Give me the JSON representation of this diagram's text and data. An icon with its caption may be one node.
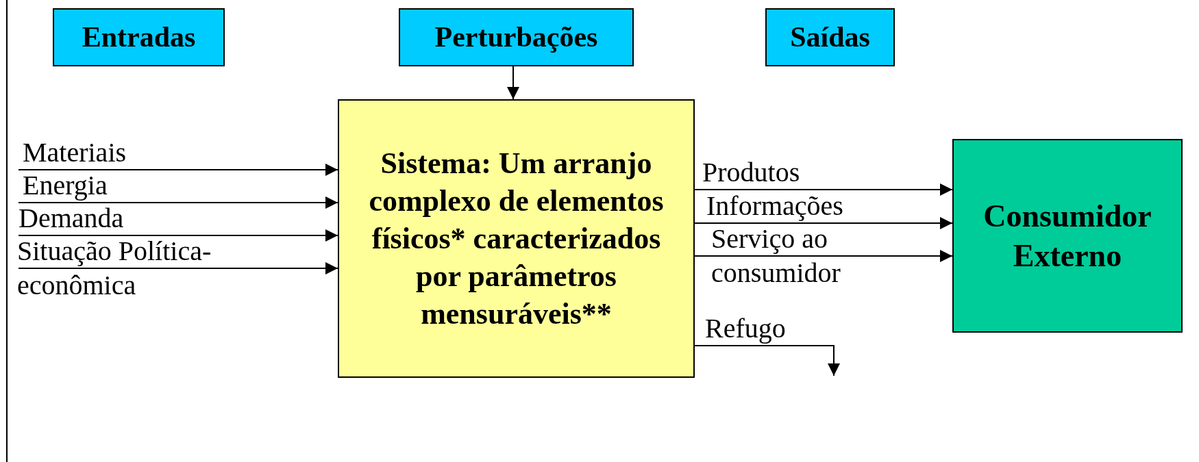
{
  "diagram": {
    "nodes": [
      {
        "text": [
          "Entradas"
        ]
      },
      {
        "text": [
          "Perturbações"
        ]
      },
      {
        "text": [
          "Saídas"
        ]
      },
      {
        "text": [
          "Sistema: Um arranjo complexo de elementos físicos* caracterizados por parâmetros mensuráveis**"
        ]
      },
      {
        "text": [
          "Consumidor Externo"
        ]
      }
    ],
    "edges": [
      {
        "from": 1,
        "to": 3,
        "arrow": "to"
      },
      {
        "from": null,
        "to": 3,
        "arrow": "to",
        "label": "Materiais"
      },
      {
        "from": null,
        "to": 3,
        "arrow": "to",
        "label": "Energia"
      },
      {
        "from": null,
        "to": 3,
        "arrow": "to",
        "label": "Demanda"
      },
      {
        "from": null,
        "to": 3,
        "arrow": "to",
        "label": "Situação Política-econômica"
      },
      {
        "from": 3,
        "to": 4,
        "arrow": "to",
        "label": "Produtos"
      },
      {
        "from": 3,
        "to": 4,
        "arrow": "to",
        "label": "Informações"
      },
      {
        "from": 3,
        "to": 4,
        "arrow": "to",
        "label": "Serviço ao consumidor"
      },
      {
        "from": 3,
        "to": null,
        "arrow": "to",
        "label": "Refugo"
      }
    ]
  }
}
